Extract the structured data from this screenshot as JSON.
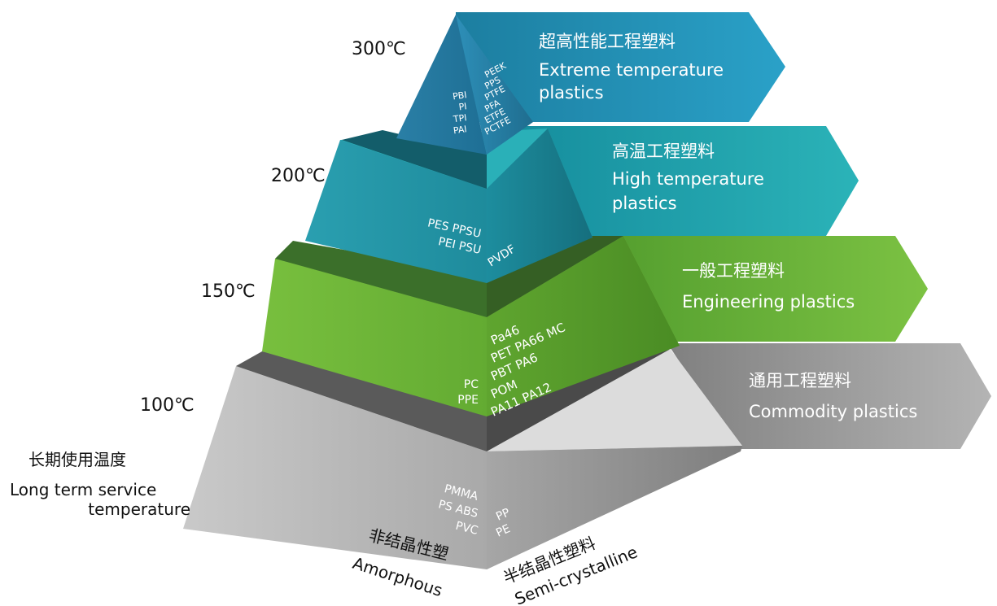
{
  "legend": {
    "cn": "长期使用温度",
    "en_line1": "Long term service",
    "en_line2": "temperature"
  },
  "temperatures": [
    {
      "value": "300",
      "unit": "℃"
    },
    {
      "value": "200",
      "unit": "℃"
    },
    {
      "value": "150",
      "unit": "℃"
    },
    {
      "value": "100",
      "unit": "℃"
    }
  ],
  "tiers": [
    {
      "banner_cn": "超高性能工程塑料",
      "banner_en_line1": "Extreme temperature",
      "banner_en_line2": "plastics",
      "amorphous": [
        "PBI",
        "PI",
        "TPI",
        "PAI"
      ],
      "semicrystalline": [
        "PEEK",
        "PPS",
        "PTFE",
        "PFA",
        "ETFE",
        "PCTFE"
      ],
      "color": "#1a88ad"
    },
    {
      "banner_cn": "高温工程塑料",
      "banner_en_line1": "High temperature",
      "banner_en_line2": "plastics",
      "amorphous": [
        "PES PPSU",
        "PEI PSU"
      ],
      "semicrystalline": [
        "PVDF"
      ],
      "color": "#1aa0a8"
    },
    {
      "banner_cn": "一般工程塑料",
      "banner_en_line1": "Engineering plastics",
      "amorphous": [
        "PC",
        "PPE"
      ],
      "semicrystalline": [
        "Pa46",
        "PET PA66 MC",
        "PBT PA6",
        "POM",
        "PA11 PA12"
      ],
      "color": "#6db33f"
    },
    {
      "banner_cn": "通用工程塑料",
      "banner_en_line1": "Commodity plastics",
      "amorphous": [
        "PMMA",
        "PS ABS",
        "PVC"
      ],
      "semicrystalline": [
        "PP",
        "PE"
      ],
      "color": "#9a9a9a"
    }
  ],
  "axes": {
    "amorphous_cn": "非结晶性塑",
    "amorphous_en": "Amorphous",
    "semi_cn": "半结晶性塑料",
    "semi_en": "Semi-crystalline"
  }
}
